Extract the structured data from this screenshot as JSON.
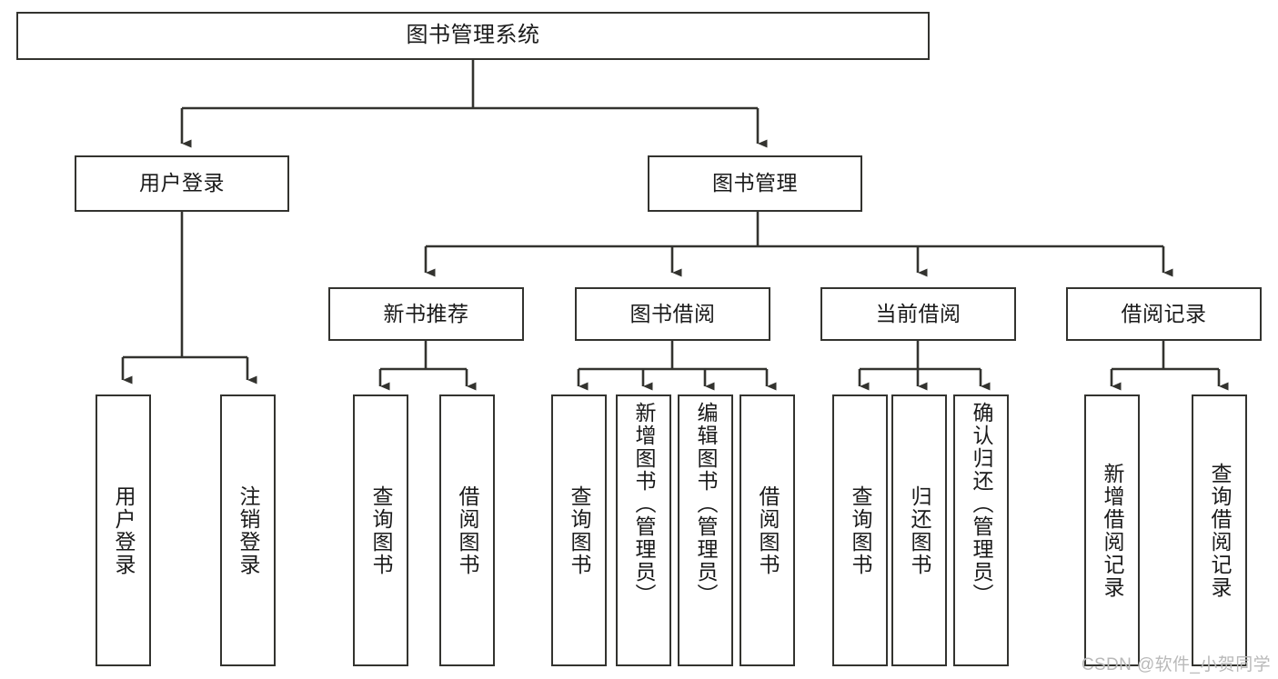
{
  "diagram": {
    "title": "图书管理系统",
    "type": "hierarchy-tree",
    "background_color": "#ffffff",
    "line_color": "#33332f",
    "text_color": "#1a1a1a"
  },
  "nodes": {
    "root": {
      "label": "图书管理系统"
    },
    "level1": [
      {
        "label": "用户登录"
      },
      {
        "label": "图书管理"
      }
    ],
    "level2": [
      {
        "label": "新书推荐"
      },
      {
        "label": "图书借阅"
      },
      {
        "label": "当前借阅"
      },
      {
        "label": "借阅记录"
      }
    ],
    "leaves": {
      "user_login": [
        {
          "label": "用户登录"
        },
        {
          "label": "注销登录"
        }
      ],
      "new_book_recommend": [
        {
          "label": "查询图书"
        },
        {
          "label": "借阅图书"
        }
      ],
      "book_borrow": [
        {
          "label": "查询图书"
        },
        {
          "label": "新增图书（管理员）"
        },
        {
          "label": "编辑图书（管理员）"
        },
        {
          "label": "借阅图书"
        }
      ],
      "current_borrow": [
        {
          "label": "查询图书"
        },
        {
          "label": "归还图书"
        },
        {
          "label": "确认归还（管理员）"
        }
      ],
      "borrow_record": [
        {
          "label": "新增借阅记录"
        },
        {
          "label": "查询借阅记录"
        }
      ]
    }
  },
  "watermark": {
    "text": "CSDN @软件_小贺同学"
  }
}
